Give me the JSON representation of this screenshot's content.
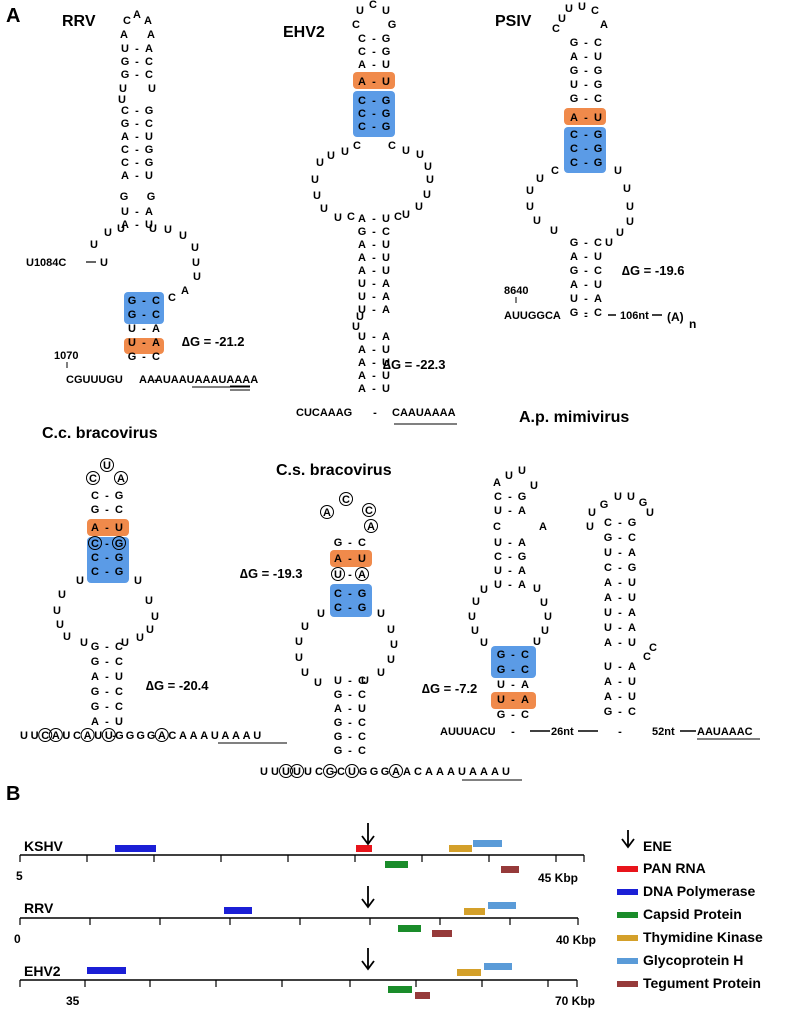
{
  "panel_a": {
    "label": "A",
    "rrv": {
      "name": "RRV",
      "dg": "∆G = -21.2",
      "mutation": "U1084C",
      "pos": "1070",
      "loop_top": [
        "C",
        "A",
        "A"
      ],
      "loop_side": [
        "A",
        "A"
      ],
      "tail_pre": "CGUUUGU",
      "tail_post": "AAAUAAUAAAUAAAA"
    },
    "ehv2": {
      "name": "EHV2",
      "dg": "∆G = -22.3",
      "tail_pre": "CUCAAAG",
      "tail_post": "CAAUAAAA"
    },
    "psiv": {
      "name": "PSIV",
      "dg": "∆G = -19.6",
      "pos": "8640",
      "tail_pre": "AUUGGCA",
      "tail_mid": "106nt",
      "polya": "(A)",
      "polya_sub": "n"
    },
    "ccb": {
      "name": "C.c. bracovirus",
      "dg": "∆G = -20.4",
      "tail": [
        "U",
        "U",
        "C",
        "A",
        "U",
        "C",
        "A",
        "U",
        "U",
        "G",
        "G",
        "G",
        "G",
        "A",
        "C",
        "A",
        "A",
        "A",
        "U",
        "A",
        "A",
        "A",
        "U"
      ]
    },
    "csb": {
      "name": "C.s. bracovirus",
      "dg": "∆G = -19.3",
      "tail": [
        "U",
        "U",
        "U",
        "U",
        "U",
        "C",
        "G",
        "C",
        "U",
        "G",
        "G",
        "G",
        "A",
        "A",
        "C",
        "A",
        "A",
        "A",
        "U",
        "A",
        "A",
        "A",
        "U"
      ]
    },
    "apm": {
      "name": "A.p. mimivirus",
      "dg": "∆G = -7.2",
      "tail_pre": "AUUUACU",
      "seg1": "26nt",
      "seg2": "52nt",
      "tail_end": "AAUAAAC"
    }
  },
  "panel_b": {
    "label": "B",
    "rows": [
      {
        "name": "KSHV",
        "start": "5",
        "end": "45 Kbp"
      },
      {
        "name": "RRV",
        "start": "0",
        "end": "40 Kbp"
      },
      {
        "name": "EHV2",
        "start": "35",
        "end": "70 Kbp"
      }
    ],
    "legend": [
      {
        "label": "ENE",
        "kind": "arrow",
        "color": "#000000"
      },
      {
        "label": "PAN RNA",
        "kind": "bar",
        "color": "#e8141b"
      },
      {
        "label": "DNA Polymerase",
        "kind": "bar",
        "color": "#1b1fd6"
      },
      {
        "label": "Capsid Protein",
        "kind": "bar",
        "color": "#1a8c2a"
      },
      {
        "label": "Thymidine Kinase",
        "kind": "bar",
        "color": "#d4a02a"
      },
      {
        "label": "Glycoprotein H",
        "kind": "bar",
        "color": "#5a9bd8"
      },
      {
        "label": "Tegument Protein",
        "kind": "bar",
        "color": "#963a3a"
      }
    ]
  },
  "colors": {
    "orange": "#f08a4b",
    "blue": "#5b9be6"
  }
}
